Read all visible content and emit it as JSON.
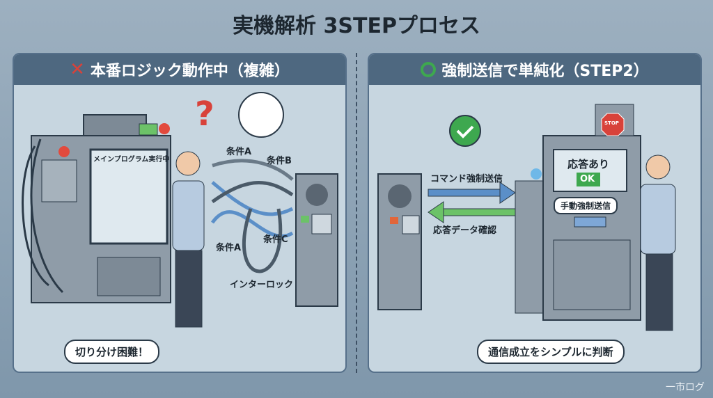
{
  "title": "実機解析 3STEPプロセス",
  "left": {
    "header": "本番ロジック動作中（複雑）",
    "header_icon": "cross-icon",
    "screen_title": "メインプログラム実行中",
    "labels": [
      "条件A",
      "条件B",
      "条件A",
      "条件C",
      "インターロック"
    ],
    "callout": "切り分け困難！"
  },
  "right": {
    "header": "強制送信で単純化（STEP2）",
    "header_icon": "circle-icon",
    "send_label": "コマンド強制送信",
    "reply_label": "応答データ確認",
    "screen_text": "応答あり",
    "ok": "OK",
    "button_label": "手動強制送信",
    "stop": "STOP",
    "callout": "通信成立をシンプルに判断"
  },
  "watermark": "一市ログ",
  "colors": {
    "header": "#4e6880",
    "panel": "#c7d6e0",
    "red": "#d8423a",
    "green": "#3ea84f",
    "blue": "#5b8fc8"
  }
}
